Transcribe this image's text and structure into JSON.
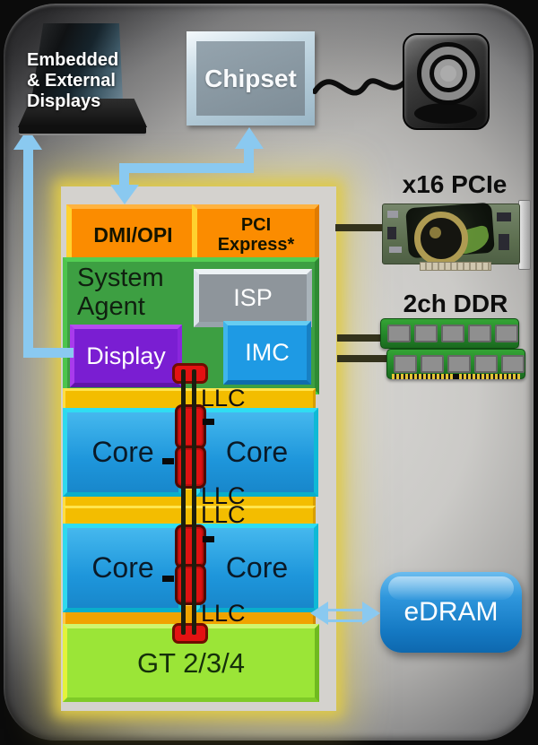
{
  "diagram": {
    "external": {
      "displays": {
        "label": "Embedded\n& External\nDisplays",
        "icon": "laptop-icon"
      },
      "chipset": {
        "label": "Chipset"
      },
      "webcam": {
        "icon": "webcam-icon"
      },
      "pcie": {
        "label": "x16 PCIe",
        "icon": "graphics-card-icon"
      },
      "ddr": {
        "label": "2ch DDR",
        "icon": "memory-dimm-icon"
      },
      "edram": {
        "label": "eDRAM"
      }
    },
    "die": {
      "io": [
        {
          "label": "DMI/OPI"
        },
        {
          "label": "PCI\nExpress*"
        }
      ],
      "system_agent": {
        "label": "System\nAgent",
        "isp": "ISP",
        "display": "Display",
        "imc": "IMC"
      },
      "llc": [
        "LLC",
        "LLC",
        "LLC",
        "LLC"
      ],
      "cores": [
        "Core",
        "Core",
        "Core",
        "Core"
      ],
      "gpu": "GT 2/3/4"
    },
    "colors": {
      "arrow": "#8ac9f0",
      "die_glow": "#d9c84e",
      "io_orange": "#fb8c00",
      "system_agent_green": "#3d9f42",
      "llc_yellow": "#f3bd00",
      "llc_orange": "#f0a300",
      "core_blue": "#1e9ee2",
      "gpu_green": "#9be537",
      "display_purple": "#7a1ed2",
      "edram_blue": "#1478c2",
      "interconnect_red": "#dd1212"
    }
  }
}
